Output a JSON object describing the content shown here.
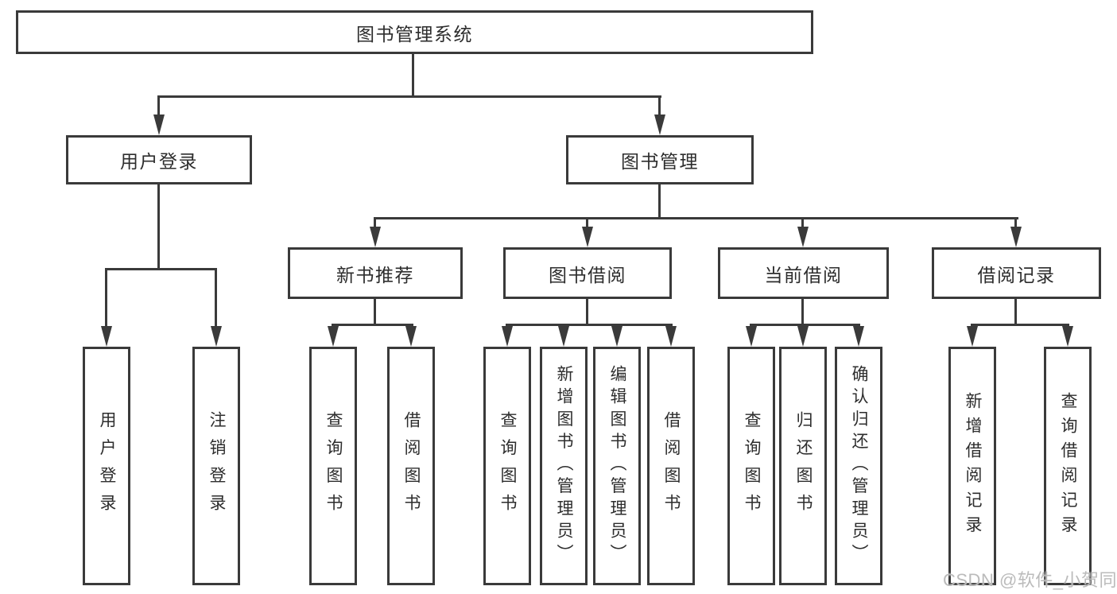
{
  "watermark": "CSDN @软件_小贺同学",
  "colors": {
    "line": "#3a3a3a",
    "box_border": "#3a3a3a",
    "text": "#2d2d2d",
    "watermark": "#b7b7b7",
    "background": "#ffffff"
  },
  "tree": {
    "label": "图书管理系统",
    "children": [
      {
        "label": "用户登录",
        "children": [
          {
            "label": "用户登录"
          },
          {
            "label": "注销登录"
          }
        ]
      },
      {
        "label": "图书管理",
        "children": [
          {
            "label": "新书推荐",
            "children": [
              {
                "label": "查询图书"
              },
              {
                "label": "借阅图书"
              }
            ]
          },
          {
            "label": "图书借阅",
            "children": [
              {
                "label": "查询图书"
              },
              {
                "label": "新增图书（管理员）"
              },
              {
                "label": "编辑图书（管理员）"
              },
              {
                "label": "借阅图书"
              }
            ]
          },
          {
            "label": "当前借阅",
            "children": [
              {
                "label": "查询图书"
              },
              {
                "label": "归还图书"
              },
              {
                "label": "确认归还（管理员）"
              }
            ]
          },
          {
            "label": "借阅记录",
            "children": [
              {
                "label": "新增借阅记录"
              },
              {
                "label": "查询借阅记录"
              }
            ]
          }
        ]
      }
    ]
  }
}
